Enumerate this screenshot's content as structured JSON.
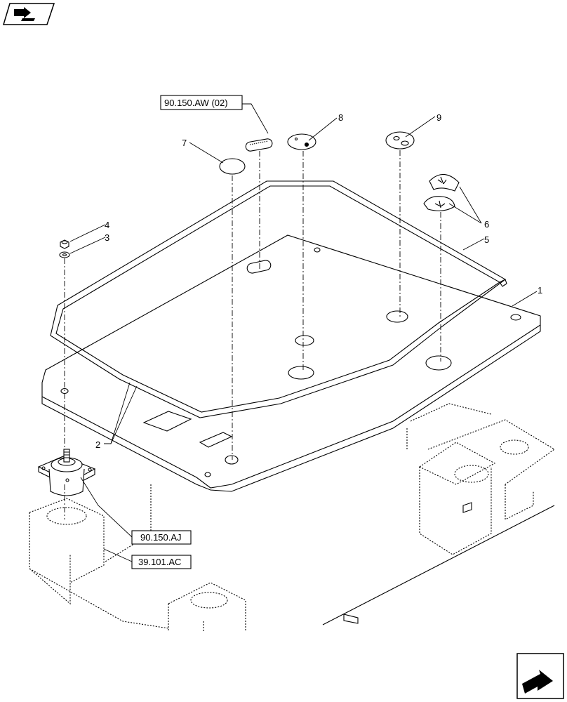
{
  "references": {
    "ref_top": "90.150.AW (02)",
    "ref_mount": "90.150.AJ",
    "ref_frame": "39.101.AC"
  },
  "callouts": {
    "c1": "1",
    "c2": "2",
    "c3": "3",
    "c4": "4",
    "c5": "5",
    "c6": "6",
    "c7": "7",
    "c8": "8",
    "c9": "9"
  },
  "icons": {
    "top_left": "book-arrow-icon",
    "bottom_right": "next-arrow-icon"
  }
}
